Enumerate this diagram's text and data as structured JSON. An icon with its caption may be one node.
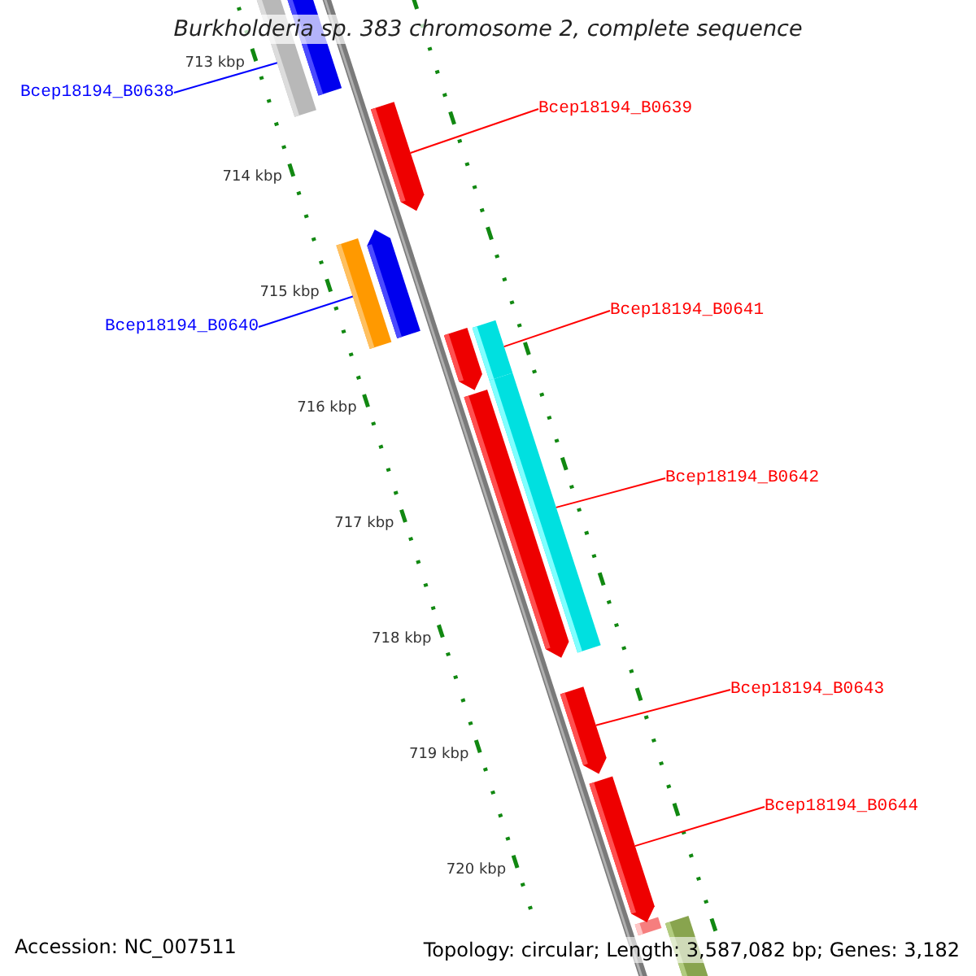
{
  "diagram": {
    "title": "Burkholderia sp. 383 chromosome 2, complete sequence",
    "nodes": [
      {
        "text": [
          "Bcep18194_B0638"
        ]
      },
      {
        "text": [],
        "shape": "bar"
      },
      {
        "text": [],
        "shape": "bar"
      },
      {
        "text": [
          "Bcep18194_B0639"
        ]
      },
      {
        "text": [],
        "shape": "bar"
      },
      {
        "text": [],
        "shape": "bar"
      },
      {
        "text": [],
        "shape": "bar"
      },
      {
        "text": [
          "Bcep18194_B0640"
        ]
      },
      {
        "text": [
          "Bcep18194_B0641"
        ]
      },
      {
        "text": [],
        "shape": "bar"
      },
      {
        "text": [],
        "shape": "bar"
      },
      {
        "text": [],
        "shape": "bar"
      },
      {
        "text": [],
        "shape": "bar"
      },
      {
        "text": [
          "Bcep18194_B0642"
        ]
      },
      {
        "text": [
          "Bcep18194_B0643"
        ]
      },
      {
        "text": [],
        "shape": "bar"
      },
      {
        "text": [
          "Bcep18194_B0644"
        ]
      },
      {
        "text": [],
        "shape": "bar"
      },
      {
        "text": [],
        "shape": "bar"
      },
      {
        "text": [],
        "shape": "bar"
      }
    ],
    "edges": [
      {
        "from": 0,
        "to": 1,
        "arrow": "none",
        "color": "#0000ff"
      },
      {
        "from": 3,
        "to": 4,
        "arrow": "none"
      },
      {
        "from": 7,
        "to": 6,
        "arrow": "none",
        "color": "#0000ff"
      },
      {
        "from": 8,
        "to": 10,
        "arrow": "none"
      },
      {
        "from": 13,
        "to": 11,
        "arrow": "none"
      },
      {
        "from": 14,
        "to": 15,
        "arrow": "none"
      },
      {
        "from": 16,
        "to": 17,
        "arrow": "none"
      }
    ],
    "labels": [
      "713 kbp",
      "714 kbp",
      "715 kbp",
      "716 kbp",
      "717 kbp",
      "718 kbp",
      "719 kbp",
      "720 kbp",
      "Accession: NC_007511",
      "Topology: circular; Length: 3,587,082 bp; Genes: 3,182"
    ]
  }
}
